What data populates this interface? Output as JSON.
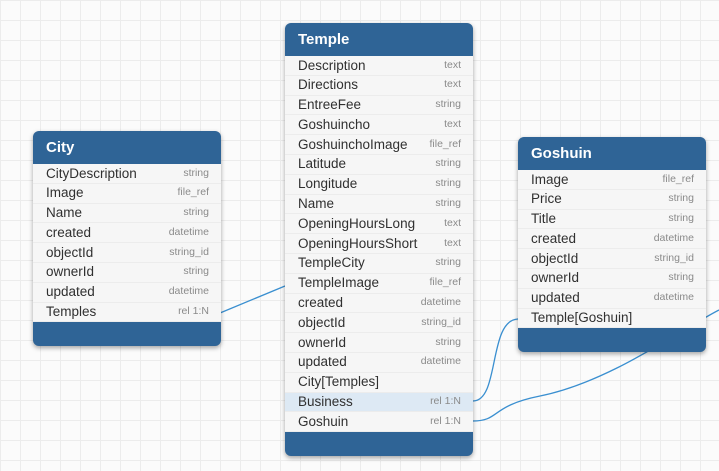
{
  "tables": [
    {
      "id": "city",
      "title": "City",
      "fields": [
        {
          "name": "CityDescription",
          "type": "string"
        },
        {
          "name": "Image",
          "type": "file_ref"
        },
        {
          "name": "Name",
          "type": "string"
        },
        {
          "name": "created",
          "type": "datetime"
        },
        {
          "name": "objectId",
          "type": "string_id"
        },
        {
          "name": "ownerId",
          "type": "string"
        },
        {
          "name": "updated",
          "type": "datetime"
        },
        {
          "name": "Temples",
          "type": "rel 1:N"
        }
      ]
    },
    {
      "id": "temple",
      "title": "Temple",
      "fields": [
        {
          "name": "Description",
          "type": "text"
        },
        {
          "name": "Directions",
          "type": "text"
        },
        {
          "name": "EntreeFee",
          "type": "string"
        },
        {
          "name": "Goshuincho",
          "type": "text"
        },
        {
          "name": "GoshuinchoImage",
          "type": "file_ref"
        },
        {
          "name": "Latitude",
          "type": "string"
        },
        {
          "name": "Longitude",
          "type": "string"
        },
        {
          "name": "Name",
          "type": "string"
        },
        {
          "name": "OpeningHoursLong",
          "type": "text"
        },
        {
          "name": "OpeningHoursShort",
          "type": "text"
        },
        {
          "name": "TempleCity",
          "type": "string"
        },
        {
          "name": "TempleImage",
          "type": "file_ref"
        },
        {
          "name": "created",
          "type": "datetime"
        },
        {
          "name": "objectId",
          "type": "string_id"
        },
        {
          "name": "ownerId",
          "type": "string"
        },
        {
          "name": "updated",
          "type": "datetime"
        },
        {
          "name": "City[Temples]",
          "type": ""
        },
        {
          "name": "Business",
          "type": "rel 1:N",
          "highlighted": true
        },
        {
          "name": "Goshuin",
          "type": "rel 1:N"
        }
      ]
    },
    {
      "id": "goshuin",
      "title": "Goshuin",
      "fields": [
        {
          "name": "Image",
          "type": "file_ref"
        },
        {
          "name": "Price",
          "type": "string"
        },
        {
          "name": "Title",
          "type": "string"
        },
        {
          "name": "created",
          "type": "datetime"
        },
        {
          "name": "objectId",
          "type": "string_id"
        },
        {
          "name": "ownerId",
          "type": "string"
        },
        {
          "name": "updated",
          "type": "datetime"
        },
        {
          "name": "Temple[Goshuin]",
          "type": ""
        }
      ]
    }
  ],
  "colors": {
    "header": "#2f6496",
    "link": "#3a8fd0",
    "highlight_row": "#dde9f4"
  }
}
